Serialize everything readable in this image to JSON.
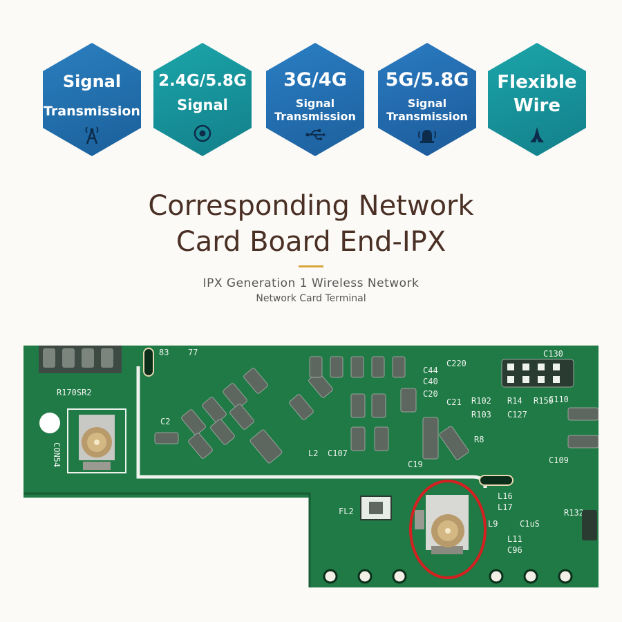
{
  "badges": [
    {
      "line1": "Signal",
      "line2": "Transmission",
      "icon": "antenna-icon"
    },
    {
      "line1": "2.4G/5.8G",
      "line2": "Signal",
      "icon": "target-icon"
    },
    {
      "line1": "3G/4G",
      "line2": "Signal Transmission",
      "icon": "usb-icon"
    },
    {
      "line1": "5G/5.8G",
      "line2": "Signal Transmission",
      "icon": "alarm-bell-icon"
    },
    {
      "line1": "Flexible",
      "line2": "Wire",
      "icon": "hands-icon"
    }
  ],
  "heading": {
    "line1": "Corresponding Network",
    "line2": "Card Board End-IPX"
  },
  "subtitle": {
    "line1": "IPX Generation 1 Wireless Network",
    "line2": "Network Card Terminal"
  },
  "pcb_labels": {
    "r170sr2": "R170SR2",
    "con54": "CON54",
    "c2": "C2",
    "c130": "C130",
    "c110": "C110",
    "c109": "C109",
    "r102": "R102",
    "r103": "R103",
    "r14": "R14",
    "r150": "R150",
    "c127": "C127",
    "c220": "C220",
    "c44": "C44",
    "c40": "C40",
    "c20": "C20",
    "c21": "C21",
    "r8": "R8",
    "c107": "C107",
    "c19": "C19",
    "l2": "L2",
    "fl2": "FL2",
    "l16": "L16",
    "l17": "L17",
    "l9": "L9",
    "c105": "C1uS",
    "l11": "L11",
    "c96": "C96",
    "r132": "R132",
    "b3": "83",
    "n77": "77"
  },
  "colors": {
    "accent_gold": "#d9a43a",
    "title_brown": "#4a2f24",
    "pcb_green": "#1f7a45",
    "highlight_red": "#d42020"
  }
}
